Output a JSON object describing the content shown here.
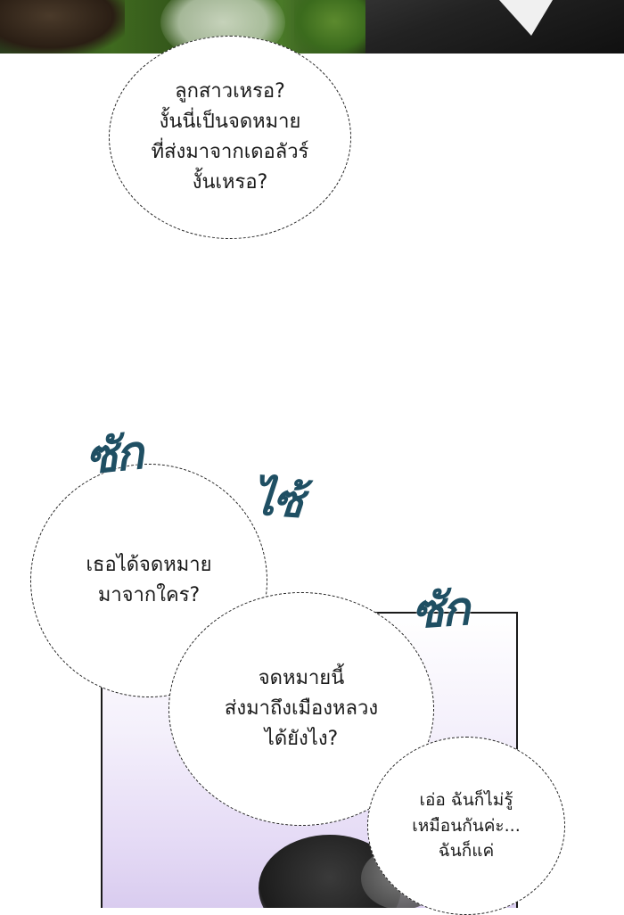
{
  "panels": {
    "top": {
      "description": ""
    },
    "bottom": {
      "description": ""
    }
  },
  "bubbles": [
    {
      "lines": [
        "ลูกสาวเหรอ?",
        "งั้นนี่เป็นจดหมาย",
        "ที่ส่งมาจากเดอลัวร์",
        "งั้นเหรอ?"
      ]
    },
    {
      "lines": [
        "เธอได้จดหมาย",
        "มาจากใคร?"
      ]
    },
    {
      "lines": [
        "จดหมายนี้",
        "ส่งมาถึงเมืองหลวง",
        "ได้ยังไง?"
      ]
    },
    {
      "lines": [
        "เอ่อ ฉันก็ไม่รู้",
        "เหมือนกันค่ะ...",
        "ฉันก็แค่"
      ]
    }
  ],
  "sfx": [
    "ซัก",
    "ไซ้",
    "ซัก"
  ],
  "colors": {
    "sfx": "#1f4f63",
    "panel_border": "#1a1a1a"
  }
}
